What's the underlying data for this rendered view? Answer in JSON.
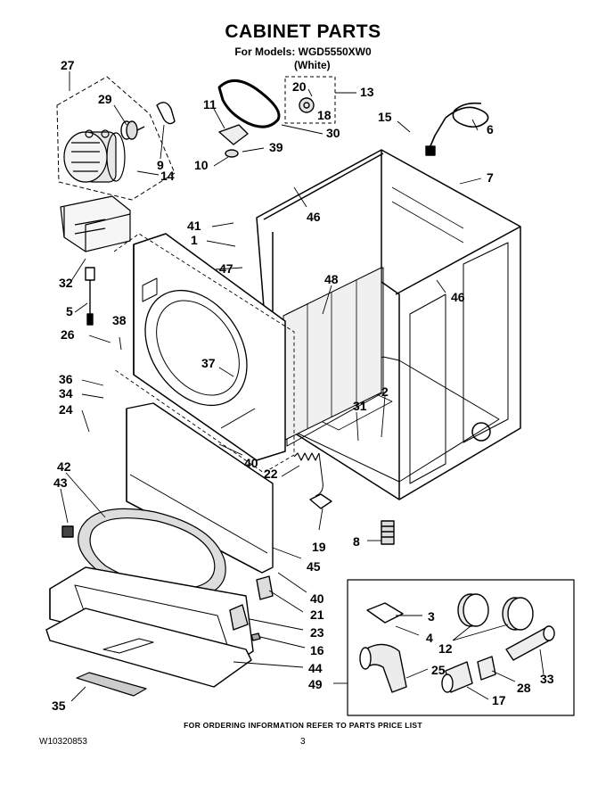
{
  "header": {
    "title": "CABINET PARTS",
    "models": "For Models: WGD5550XW0",
    "color": "(White)"
  },
  "callouts": [
    "27",
    "29",
    "9",
    "14",
    "32",
    "5",
    "38",
    "26",
    "36",
    "34",
    "24",
    "11",
    "10",
    "39",
    "30",
    "20",
    "18",
    "13",
    "15",
    "6",
    "7",
    "41",
    "1",
    "46",
    "47",
    "48",
    "46",
    "37",
    "31",
    "2",
    "40",
    "22",
    "42",
    "43",
    "19",
    "8",
    "45",
    "40",
    "21",
    "23",
    "16",
    "44",
    "49",
    "35",
    "3",
    "4",
    "12",
    "25",
    "28",
    "17",
    "33"
  ],
  "footer": {
    "ordering_note": "FOR ORDERING INFORMATION REFER TO PARTS PRICE LIST",
    "doc_code": "W10320853",
    "page": "3"
  }
}
